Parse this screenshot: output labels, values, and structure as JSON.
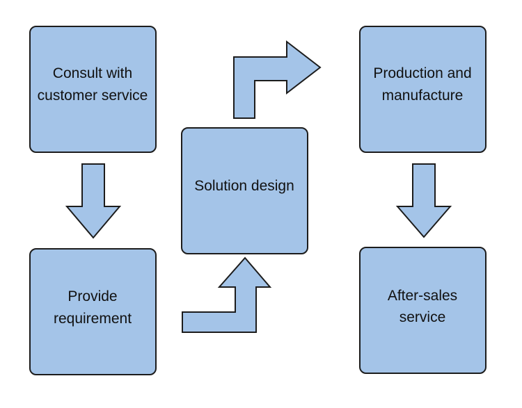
{
  "diagram": {
    "fill_color": "#a4c4e8",
    "stroke_color": "#1c1c1c",
    "steps": {
      "consult": {
        "line1": "Consult with",
        "line2": "customer service"
      },
      "requirement": {
        "line1": "Provide",
        "line2": "requirement"
      },
      "design": {
        "line1": "Solution design"
      },
      "production": {
        "line1": "Production and",
        "line2": "manufacture"
      },
      "aftersales": {
        "line1": "After-sales",
        "line2": "service"
      }
    }
  }
}
